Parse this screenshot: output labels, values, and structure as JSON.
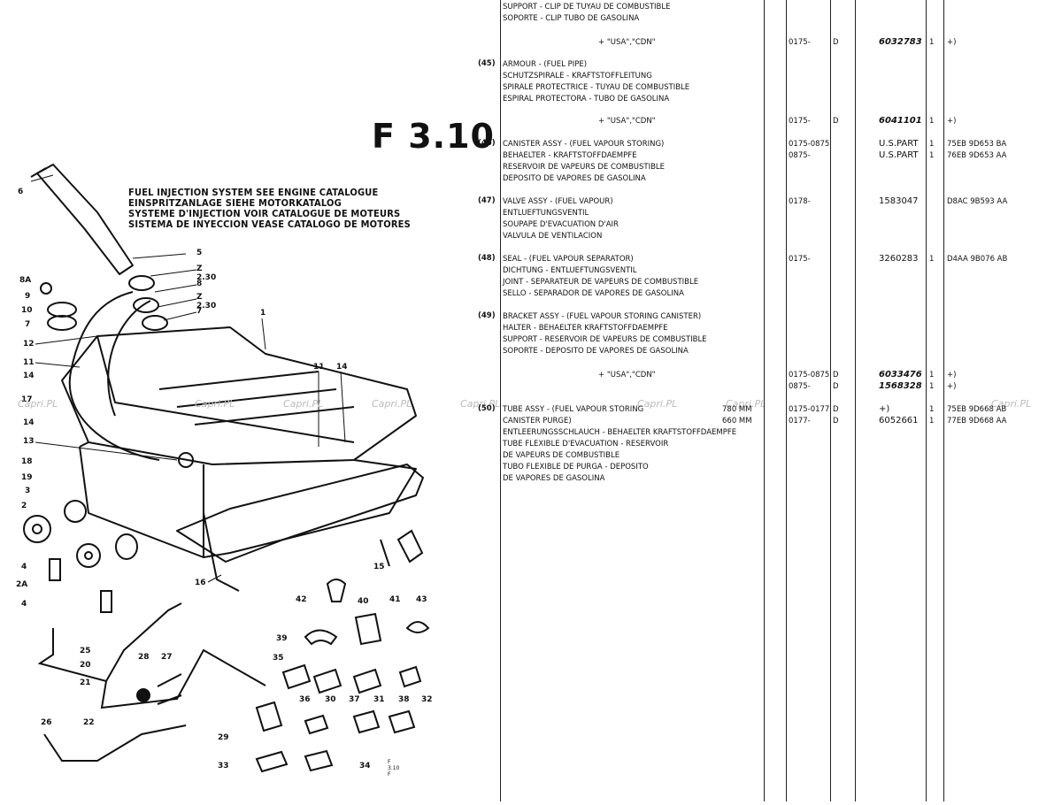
{
  "figure_number": "F 3.10",
  "notice_lines": [
    "FUEL INJECTION SYSTEM SEE ENGINE CATALOGUE",
    "EINSPRITZANLAGE SIEHE MOTORKATALOG",
    "SYSTEME D'INJECTION VOIR CATALOGUE DE MOTEURS",
    "SISTEMA DE INYECCION VEASE CATALOGO DE MOTORES"
  ],
  "callouts": [
    "8A",
    "9",
    "10",
    "7",
    "12",
    "11",
    "14",
    "17",
    "14",
    "13",
    "18",
    "19",
    "3",
    "2",
    "4",
    "2A",
    "4",
    "6",
    "5",
    "Z 2.30",
    "8",
    "Z 2.30",
    "7",
    "1",
    "11",
    "14",
    "15",
    "16",
    "42",
    "41",
    "43",
    "39",
    "40",
    "25",
    "20",
    "21",
    "28",
    "27",
    "35",
    "36",
    "30",
    "37",
    "31",
    "38",
    "32",
    "26",
    "22",
    "29",
    "33",
    "34"
  ],
  "diagram_code": "F 3.10 F",
  "watermark": "Capri.PL",
  "entries": [
    {
      "ref": "",
      "lines": [
        "SUPPORT - CLIP DE TUYAU DE COMBUSTIBLE",
        "SOPORTE - CLIP TUBO DE GASOLINA"
      ]
    },
    {
      "ref": "(45)",
      "lines": [
        "ARMOUR - (FUEL PIPE)",
        "SCHUTZSPIRALE - KRAFTSTOFFLEITUNG",
        "SPIRALE PROTECTRICE - TUYAU DE COMBUSTIBLE",
        "ESPIRAL PROTECTORA - TUBO DE GASOLINA"
      ]
    },
    {
      "ref": "(46)",
      "lines": [
        "CANISTER ASSY - (FUEL VAPOUR STORING)",
        "BEHAELTER - KRAFTSTOFFDAEMPFE",
        "RESERVOIR DE VAPEURS DE COMBUSTIBLE",
        "DEPOSITO DE VAPORES DE GASOLINA"
      ]
    },
    {
      "ref": "(47)",
      "lines": [
        "VALVE ASSY - (FUEL VAPOUR)",
        "ENTLUEFTUNGSVENTIL",
        "SOUPAPE D'EVACUATION D'AIR",
        "VALVULA DE VENTILACION"
      ]
    },
    {
      "ref": "(48)",
      "lines": [
        "SEAL - (FUEL VAPOUR SEPARATOR)",
        "DICHTUNG - ENTLUEFTUNGSVENTIL",
        "JOINT - SEPARATEUR DE VAPEURS DE COMBUSTIBLE",
        "SELLO - SEPARADOR DE VAPORES DE GASOLINA"
      ]
    },
    {
      "ref": "(49)",
      "lines": [
        "BRACKET ASSY - (FUEL VAPOUR STORING CANISTER)",
        "HALTER - BEHAELTER KRAFTSTOFFDAEMPFE",
        "SUPPORT - RESERVOIR DE VAPEURS DE COMBUSTIBLE",
        "SOPORTE - DEPOSITO DE VAPORES DE GASOLINA"
      ]
    },
    {
      "ref": "(50)",
      "lines": [
        "TUBE ASSY - (FUEL VAPOUR STORING",
        "CANISTER PURGE)",
        "ENTLEERUNGSSCHLAUCH - BEHAELTER KRAFTSTOFFDAEMPFE",
        "TUBE FLEXIBLE D'EVACUATION - RESERVOIR",
        "DE VAPEURS DE COMBUSTIBLE",
        "TUBO FLEXIBLE DE PURGA - DEPOSITO",
        "DE VAPORES DE GASOLINA"
      ]
    }
  ],
  "sizes_50": [
    "780 MM",
    "660 MM"
  ],
  "market_rows": [
    {
      "label": "+ \"USA\",\"CDN\"",
      "date": "0175-",
      "code": "D",
      "part": "6032783",
      "qty": "1",
      "note": "+)"
    },
    {
      "label": "+ \"USA\",\"CDN\"",
      "date": "0175-",
      "code": "D",
      "part": "6041101",
      "qty": "1",
      "note": "+)"
    },
    {
      "label": "+ \"USA\",\"CDN\"",
      "date": "0175-0875",
      "code": "D",
      "part": "6033476",
      "qty": "1",
      "note": "+)"
    },
    {
      "label": "",
      "date": "0875-",
      "code": "D",
      "part": "1568328",
      "qty": "1",
      "note": "+)"
    }
  ],
  "data_rows": [
    {
      "date": "0175-0875",
      "code": "",
      "part": "U.S.PART",
      "qty": "1",
      "note": "75EB 9D653 BA"
    },
    {
      "date": "0875-",
      "code": "",
      "part": "U.S.PART",
      "qty": "1",
      "note": "76EB 9D653 AA"
    },
    {
      "date": "0178-",
      "code": "",
      "part": "1583047",
      "qty": "",
      "note": "D8AC 9B593 AA"
    },
    {
      "date": "0175-",
      "code": "",
      "part": "3260283",
      "qty": "1",
      "note": "D4AA 9B076 AB"
    },
    {
      "date": "0175-0177",
      "code": "D",
      "part": "+)",
      "qty": "1",
      "note": "75EB 9D668 AB"
    },
    {
      "date": "0177-",
      "code": "D",
      "part": "6052661",
      "qty": "1",
      "note": "77EB 9D668 AA"
    }
  ]
}
